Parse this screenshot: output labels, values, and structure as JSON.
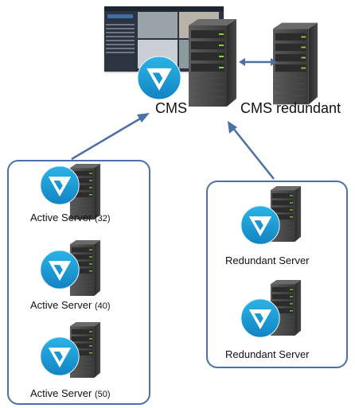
{
  "cms": {
    "label": "CMS",
    "redundant_label": "CMS redundant"
  },
  "active_group": {
    "servers": [
      {
        "name": "Active Server",
        "count": "(32)"
      },
      {
        "name": "Active Server",
        "count": "(40)"
      },
      {
        "name": "Active Server",
        "count": "(50)"
      }
    ]
  },
  "redundant_group": {
    "servers": [
      {
        "name": "Redundant Server"
      },
      {
        "name": "Redundant Server"
      }
    ]
  },
  "colors": {
    "arrow": "#4a70a8",
    "box_border": "#4a70a8",
    "logo_blue": "#1ba1d8",
    "server_dark": "#3a3a3a",
    "led_green": "#8fd03a"
  },
  "icons": {
    "server": "server-tower-icon",
    "logo": "brand-logo-icon",
    "screen": "monitoring-screenshot"
  }
}
